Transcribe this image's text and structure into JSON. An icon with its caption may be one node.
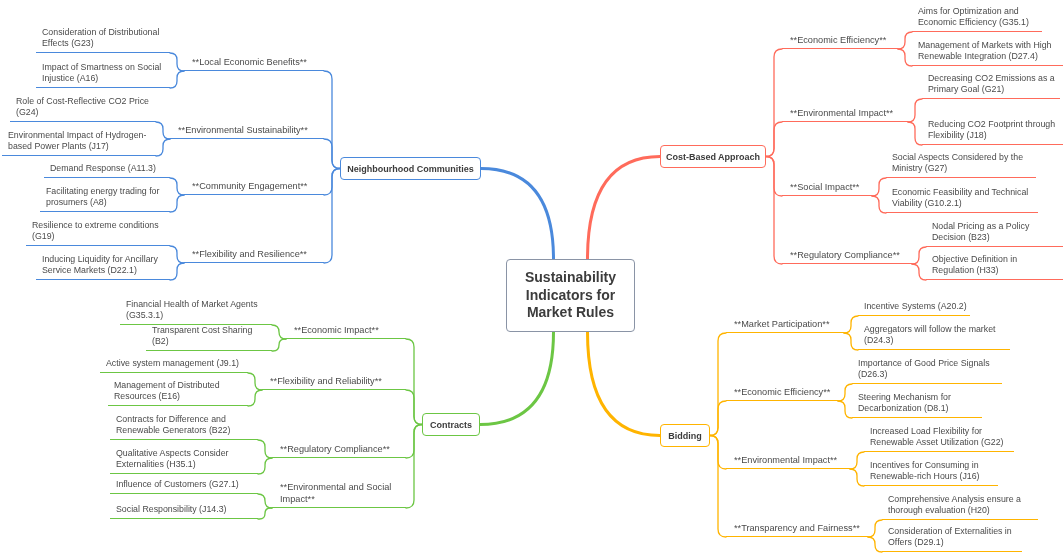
{
  "diagram": {
    "nodes": [
      {
        "text": [
          "Sustainability Indicators for Market Rules"
        ]
      },
      {
        "text": [
          "Cost-Based Approach"
        ]
      },
      {
        "text": [
          "**Economic Efficiency**"
        ]
      },
      {
        "text": [
          "Aims for Optimization and Economic Efficiency (G35.1)"
        ]
      },
      {
        "text": [
          "Management of Markets with High Renewable Integration (D27.4)"
        ]
      },
      {
        "text": [
          "**Environmental Impact**"
        ]
      },
      {
        "text": [
          "Decreasing CO2 Emissions as a Primary Goal (G21)"
        ]
      },
      {
        "text": [
          "Reducing CO2 Footprint through Flexibility (J18)"
        ]
      },
      {
        "text": [
          "**Social Impact**"
        ]
      },
      {
        "text": [
          "Social Aspects Considered by the Ministry (G27)"
        ]
      },
      {
        "text": [
          "Economic Feasibility and Technical Viability (G10.2.1)"
        ]
      },
      {
        "text": [
          "**Regulatory Compliance**"
        ]
      },
      {
        "text": [
          "Nodal Pricing as a Policy Decision (B23)"
        ]
      },
      {
        "text": [
          "Objective Definition in Regulation (H33)"
        ]
      },
      {
        "text": [
          "Bidding"
        ]
      },
      {
        "text": [
          "**Market Participation**"
        ]
      },
      {
        "text": [
          "Incentive Systems (A20.2)"
        ]
      },
      {
        "text": [
          "Aggregators will follow the market (D24.3)"
        ]
      },
      {
        "text": [
          "**Economic Efficiency**"
        ]
      },
      {
        "text": [
          "Importance of Good Price Signals (D26.3)"
        ]
      },
      {
        "text": [
          "Steering Mechanism for Decarbonization (D8.1)"
        ]
      },
      {
        "text": [
          "**Environmental Impact**"
        ]
      },
      {
        "text": [
          "Increased Load Flexibility for Renewable Asset Utilization (G22)"
        ]
      },
      {
        "text": [
          "Incentives for Consuming in Renewable-rich Hours (J16)"
        ]
      },
      {
        "text": [
          "**Transparency and Fairness**"
        ]
      },
      {
        "text": [
          "Comprehensive Analysis ensure a thorough evaluation (H20)"
        ]
      },
      {
        "text": [
          "Consideration of Externalities in Offers (D29.1)"
        ]
      },
      {
        "text": [
          "Neighbourhood Communities"
        ]
      },
      {
        "text": [
          "**Local Economic Benefits**"
        ]
      },
      {
        "text": [
          "Consideration of Distributional Effects (G23)"
        ]
      },
      {
        "text": [
          "Impact of Smartness on Social Injustice (A16)"
        ]
      },
      {
        "text": [
          "**Environmental Sustainability**"
        ]
      },
      {
        "text": [
          "Role of Cost-Reflective CO2 Price (G24)"
        ]
      },
      {
        "text": [
          "Environmental Impact of Hydrogen-based Power Plants (J17)"
        ]
      },
      {
        "text": [
          "**Community Engagement**"
        ]
      },
      {
        "text": [
          "Demand Response (A11.3)"
        ]
      },
      {
        "text": [
          "Facilitating energy trading for prosumers (A8)"
        ]
      },
      {
        "text": [
          "**Flexibility and Resilience**"
        ]
      },
      {
        "text": [
          "Resilience to extreme conditions (G19)"
        ]
      },
      {
        "text": [
          "Inducing Liquidity for Ancillary Service Markets (D22.1)"
        ]
      },
      {
        "text": [
          "Contracts"
        ]
      },
      {
        "text": [
          "**Economic Impact**"
        ]
      },
      {
        "text": [
          "Financial Health of Market Agents (G35.3.1)"
        ]
      },
      {
        "text": [
          "Transparent Cost Sharing (B2)"
        ]
      },
      {
        "text": [
          "**Flexibility and Reliability**"
        ]
      },
      {
        "text": [
          "Active system management (J9.1)"
        ]
      },
      {
        "text": [
          "Management of Distributed Resources (E16)"
        ]
      },
      {
        "text": [
          "**Regulatory Compliance**"
        ]
      },
      {
        "text": [
          "Contracts for Difference and Renewable Generators (B22)"
        ]
      },
      {
        "text": [
          "Qualitative Aspects Consider Externalities (H35.1)"
        ]
      },
      {
        "text": [
          "**Environmental and Social Impact**"
        ]
      },
      {
        "text": [
          "Influence of Customers (G27.1)"
        ]
      },
      {
        "text": [
          "Social Responsibility (J14.3)"
        ]
      }
    ],
    "edges": [
      {
        "from": 0,
        "to": 1,
        "arrow": "none",
        "style": "thick",
        "color": "#ff6b5b"
      },
      {
        "from": 1,
        "to": 2,
        "arrow": "none",
        "color": "#ff6b5b"
      },
      {
        "from": 2,
        "to": 3,
        "arrow": "none",
        "color": "#ff6b5b"
      },
      {
        "from": 2,
        "to": 4,
        "arrow": "none",
        "color": "#ff6b5b"
      },
      {
        "from": 1,
        "to": 5,
        "arrow": "none",
        "color": "#ff6b5b"
      },
      {
        "from": 5,
        "to": 6,
        "arrow": "none",
        "color": "#ff6b5b"
      },
      {
        "from": 5,
        "to": 7,
        "arrow": "none",
        "color": "#ff6b5b"
      },
      {
        "from": 1,
        "to": 8,
        "arrow": "none",
        "color": "#ff6b5b"
      },
      {
        "from": 8,
        "to": 9,
        "arrow": "none",
        "color": "#ff6b5b"
      },
      {
        "from": 8,
        "to": 10,
        "arrow": "none",
        "color": "#ff6b5b"
      },
      {
        "from": 1,
        "to": 11,
        "arrow": "none",
        "color": "#ff6b5b"
      },
      {
        "from": 11,
        "to": 12,
        "arrow": "none",
        "color": "#ff6b5b"
      },
      {
        "from": 11,
        "to": 13,
        "arrow": "none",
        "color": "#ff6b5b"
      },
      {
        "from": 0,
        "to": 14,
        "arrow": "none",
        "style": "thick",
        "color": "#ffb400"
      },
      {
        "from": 14,
        "to": 15,
        "arrow": "none",
        "color": "#ffb400"
      },
      {
        "from": 15,
        "to": 16,
        "arrow": "none",
        "color": "#ffb400"
      },
      {
        "from": 15,
        "to": 17,
        "arrow": "none",
        "color": "#ffb400"
      },
      {
        "from": 14,
        "to": 18,
        "arrow": "none",
        "color": "#ffb400"
      },
      {
        "from": 18,
        "to": 19,
        "arrow": "none",
        "color": "#ffb400"
      },
      {
        "from": 18,
        "to": 20,
        "arrow": "none",
        "color": "#ffb400"
      },
      {
        "from": 14,
        "to": 21,
        "arrow": "none",
        "color": "#ffb400"
      },
      {
        "from": 21,
        "to": 22,
        "arrow": "none",
        "color": "#ffb400"
      },
      {
        "from": 21,
        "to": 23,
        "arrow": "none",
        "color": "#ffb400"
      },
      {
        "from": 14,
        "to": 24,
        "arrow": "none",
        "color": "#ffb400"
      },
      {
        "from": 24,
        "to": 25,
        "arrow": "none",
        "color": "#ffb400"
      },
      {
        "from": 24,
        "to": 26,
        "arrow": "none",
        "color": "#ffb400"
      },
      {
        "from": 0,
        "to": 27,
        "arrow": "none",
        "style": "thick",
        "color": "#4a89dc"
      },
      {
        "from": 27,
        "to": 28,
        "arrow": "none",
        "color": "#4a89dc"
      },
      {
        "from": 28,
        "to": 29,
        "arrow": "none",
        "color": "#4a89dc"
      },
      {
        "from": 28,
        "to": 30,
        "arrow": "none",
        "color": "#4a89dc"
      },
      {
        "from": 27,
        "to": 31,
        "arrow": "none",
        "color": "#4a89dc"
      },
      {
        "from": 31,
        "to": 32,
        "arrow": "none",
        "color": "#4a89dc"
      },
      {
        "from": 31,
        "to": 33,
        "arrow": "none",
        "color": "#4a89dc"
      },
      {
        "from": 27,
        "to": 34,
        "arrow": "none",
        "color": "#4a89dc"
      },
      {
        "from": 34,
        "to": 35,
        "arrow": "none",
        "color": "#4a89dc"
      },
      {
        "from": 34,
        "to": 36,
        "arrow": "none",
        "color": "#4a89dc"
      },
      {
        "from": 27,
        "to": 37,
        "arrow": "none",
        "color": "#4a89dc"
      },
      {
        "from": 37,
        "to": 38,
        "arrow": "none",
        "color": "#4a89dc"
      },
      {
        "from": 37,
        "to": 39,
        "arrow": "none",
        "color": "#4a89dc"
      },
      {
        "from": 0,
        "to": 40,
        "arrow": "none",
        "style": "thick",
        "color": "#6cc644"
      },
      {
        "from": 40,
        "to": 41,
        "arrow": "none",
        "color": "#6cc644"
      },
      {
        "from": 41,
        "to": 42,
        "arrow": "none",
        "color": "#6cc644"
      },
      {
        "from": 41,
        "to": 43,
        "arrow": "none",
        "color": "#6cc644"
      },
      {
        "from": 40,
        "to": 44,
        "arrow": "none",
        "color": "#6cc644"
      },
      {
        "from": 44,
        "to": 45,
        "arrow": "none",
        "color": "#6cc644"
      },
      {
        "from": 44,
        "to": 46,
        "arrow": "none",
        "color": "#6cc644"
      },
      {
        "from": 40,
        "to": 47,
        "arrow": "none",
        "color": "#6cc644"
      },
      {
        "from": 47,
        "to": 48,
        "arrow": "none",
        "color": "#6cc644"
      },
      {
        "from": 47,
        "to": 49,
        "arrow": "none",
        "color": "#6cc644"
      },
      {
        "from": 40,
        "to": 50,
        "arrow": "none",
        "color": "#6cc644"
      },
      {
        "from": 50,
        "to": 51,
        "arrow": "none",
        "color": "#6cc644"
      },
      {
        "from": 50,
        "to": 52,
        "arrow": "none",
        "color": "#6cc644"
      }
    ]
  }
}
